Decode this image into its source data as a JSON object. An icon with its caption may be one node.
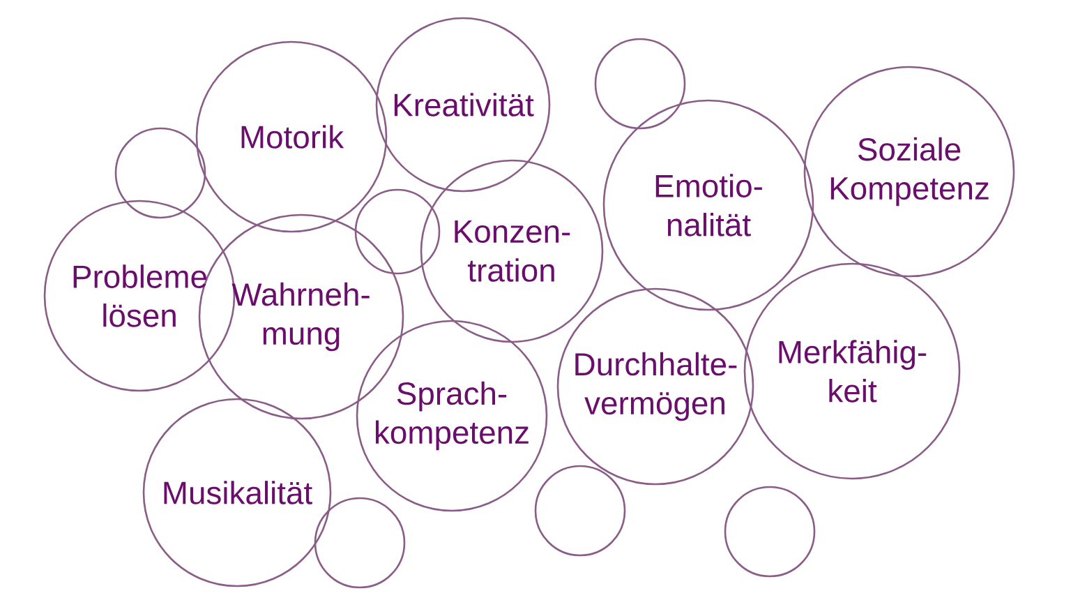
{
  "diagram": {
    "nodes": [
      {
        "text": [
          "Motorik"
        ]
      },
      {
        "text": [
          "Kreativität"
        ]
      },
      {
        "text": [
          "Soziale Kompetenz"
        ]
      },
      {
        "text": [
          "Emotio- nalität"
        ]
      },
      {
        "text": [
          "Konzen- tration"
        ]
      },
      {
        "text": [
          "Probleme lösen"
        ]
      },
      {
        "text": [
          "Wahrneh- mung"
        ]
      },
      {
        "text": [
          "Sprach- kompetenz"
        ]
      },
      {
        "text": [
          "Durchhalte- vermögen"
        ]
      },
      {
        "text": [
          "Merkfähig- keit"
        ]
      },
      {
        "text": [
          "Musikalität"
        ]
      },
      {
        "text": [],
        "shape": "circle"
      },
      {
        "text": [],
        "shape": "circle"
      },
      {
        "text": [],
        "shape": "circle"
      },
      {
        "text": [],
        "shape": "circle"
      },
      {
        "text": [],
        "shape": "circle"
      },
      {
        "text": [],
        "shape": "circle"
      }
    ]
  }
}
